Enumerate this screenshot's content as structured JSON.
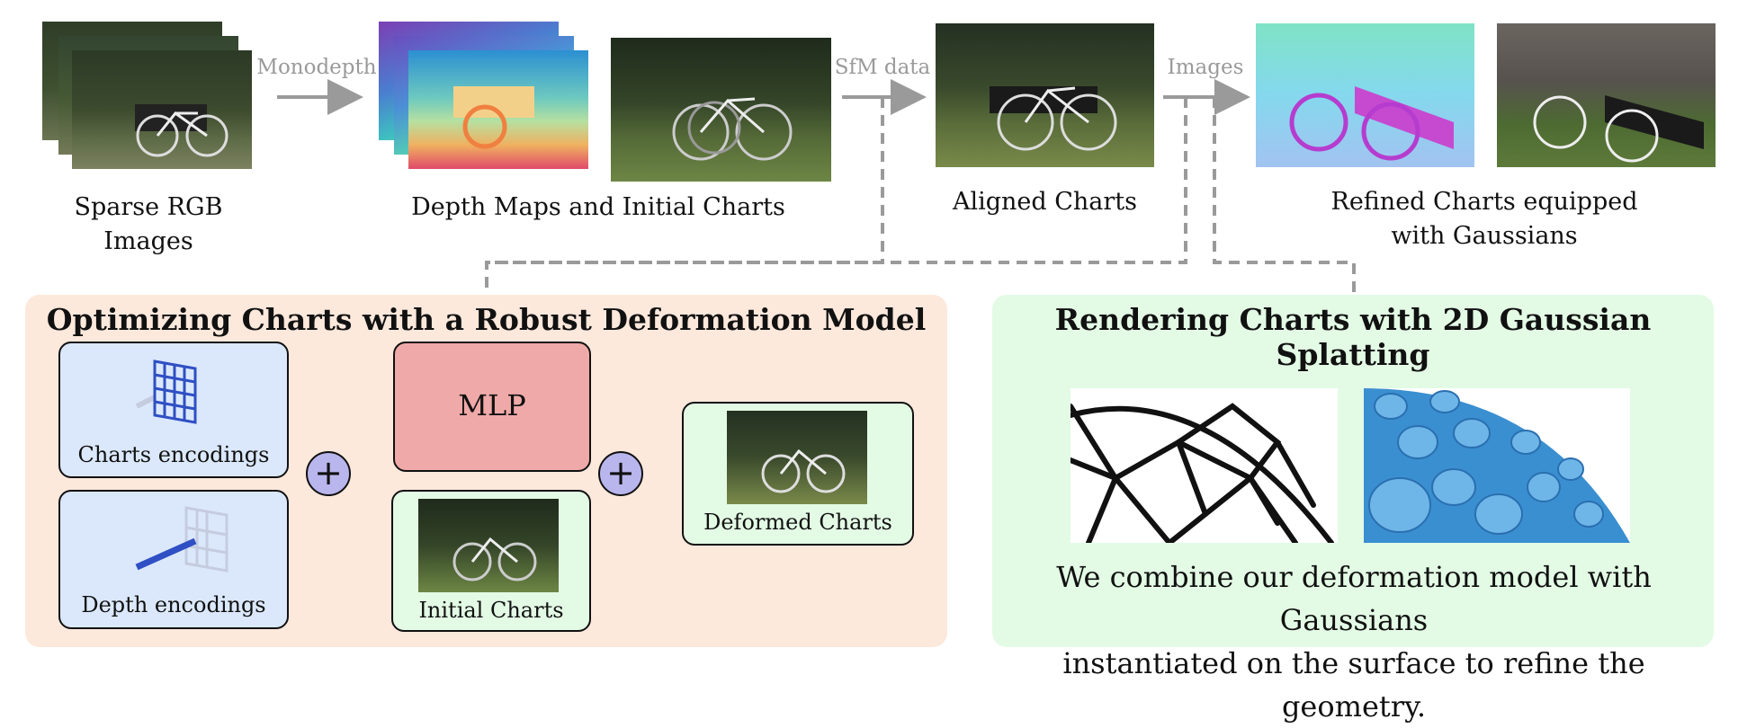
{
  "pipeline": {
    "captions": {
      "sparse_rgb": [
        "Sparse RGB",
        "Images"
      ],
      "depth_maps": "Depth Maps and Initial Charts",
      "aligned": "Aligned Charts",
      "refined": [
        "Refined Charts equipped",
        "with Gaussians"
      ]
    },
    "arrows": {
      "monodepth": "Monodepth",
      "sfm": "SfM data",
      "images": "Images"
    }
  },
  "left_panel": {
    "title": "Optimizing Charts with a Robust Deformation Model",
    "charts_encodings": "Charts encodings",
    "depth_encodings": "Depth encodings",
    "mlp": "MLP",
    "initial_charts": "Initial Charts",
    "deformed_charts": "Deformed Charts",
    "plus_symbol": "+"
  },
  "right_panel": {
    "title": "Rendering Charts with 2D Gaussian Splatting",
    "text_lines": [
      "We combine our deformation model with Gaussians",
      "instantiated on the surface to refine the geometry."
    ]
  },
  "colors": {
    "left_panel_bg": "#fde8dc",
    "right_panel_bg": "#e3fbe5",
    "encoding_box_bg": "#dbe8fb",
    "mlp_bg": "#f0a9a9",
    "initial_box_bg": "#e3fbe5",
    "plus_bg": "#b9b6ee",
    "arrow_gray": "#9a9a9a"
  }
}
